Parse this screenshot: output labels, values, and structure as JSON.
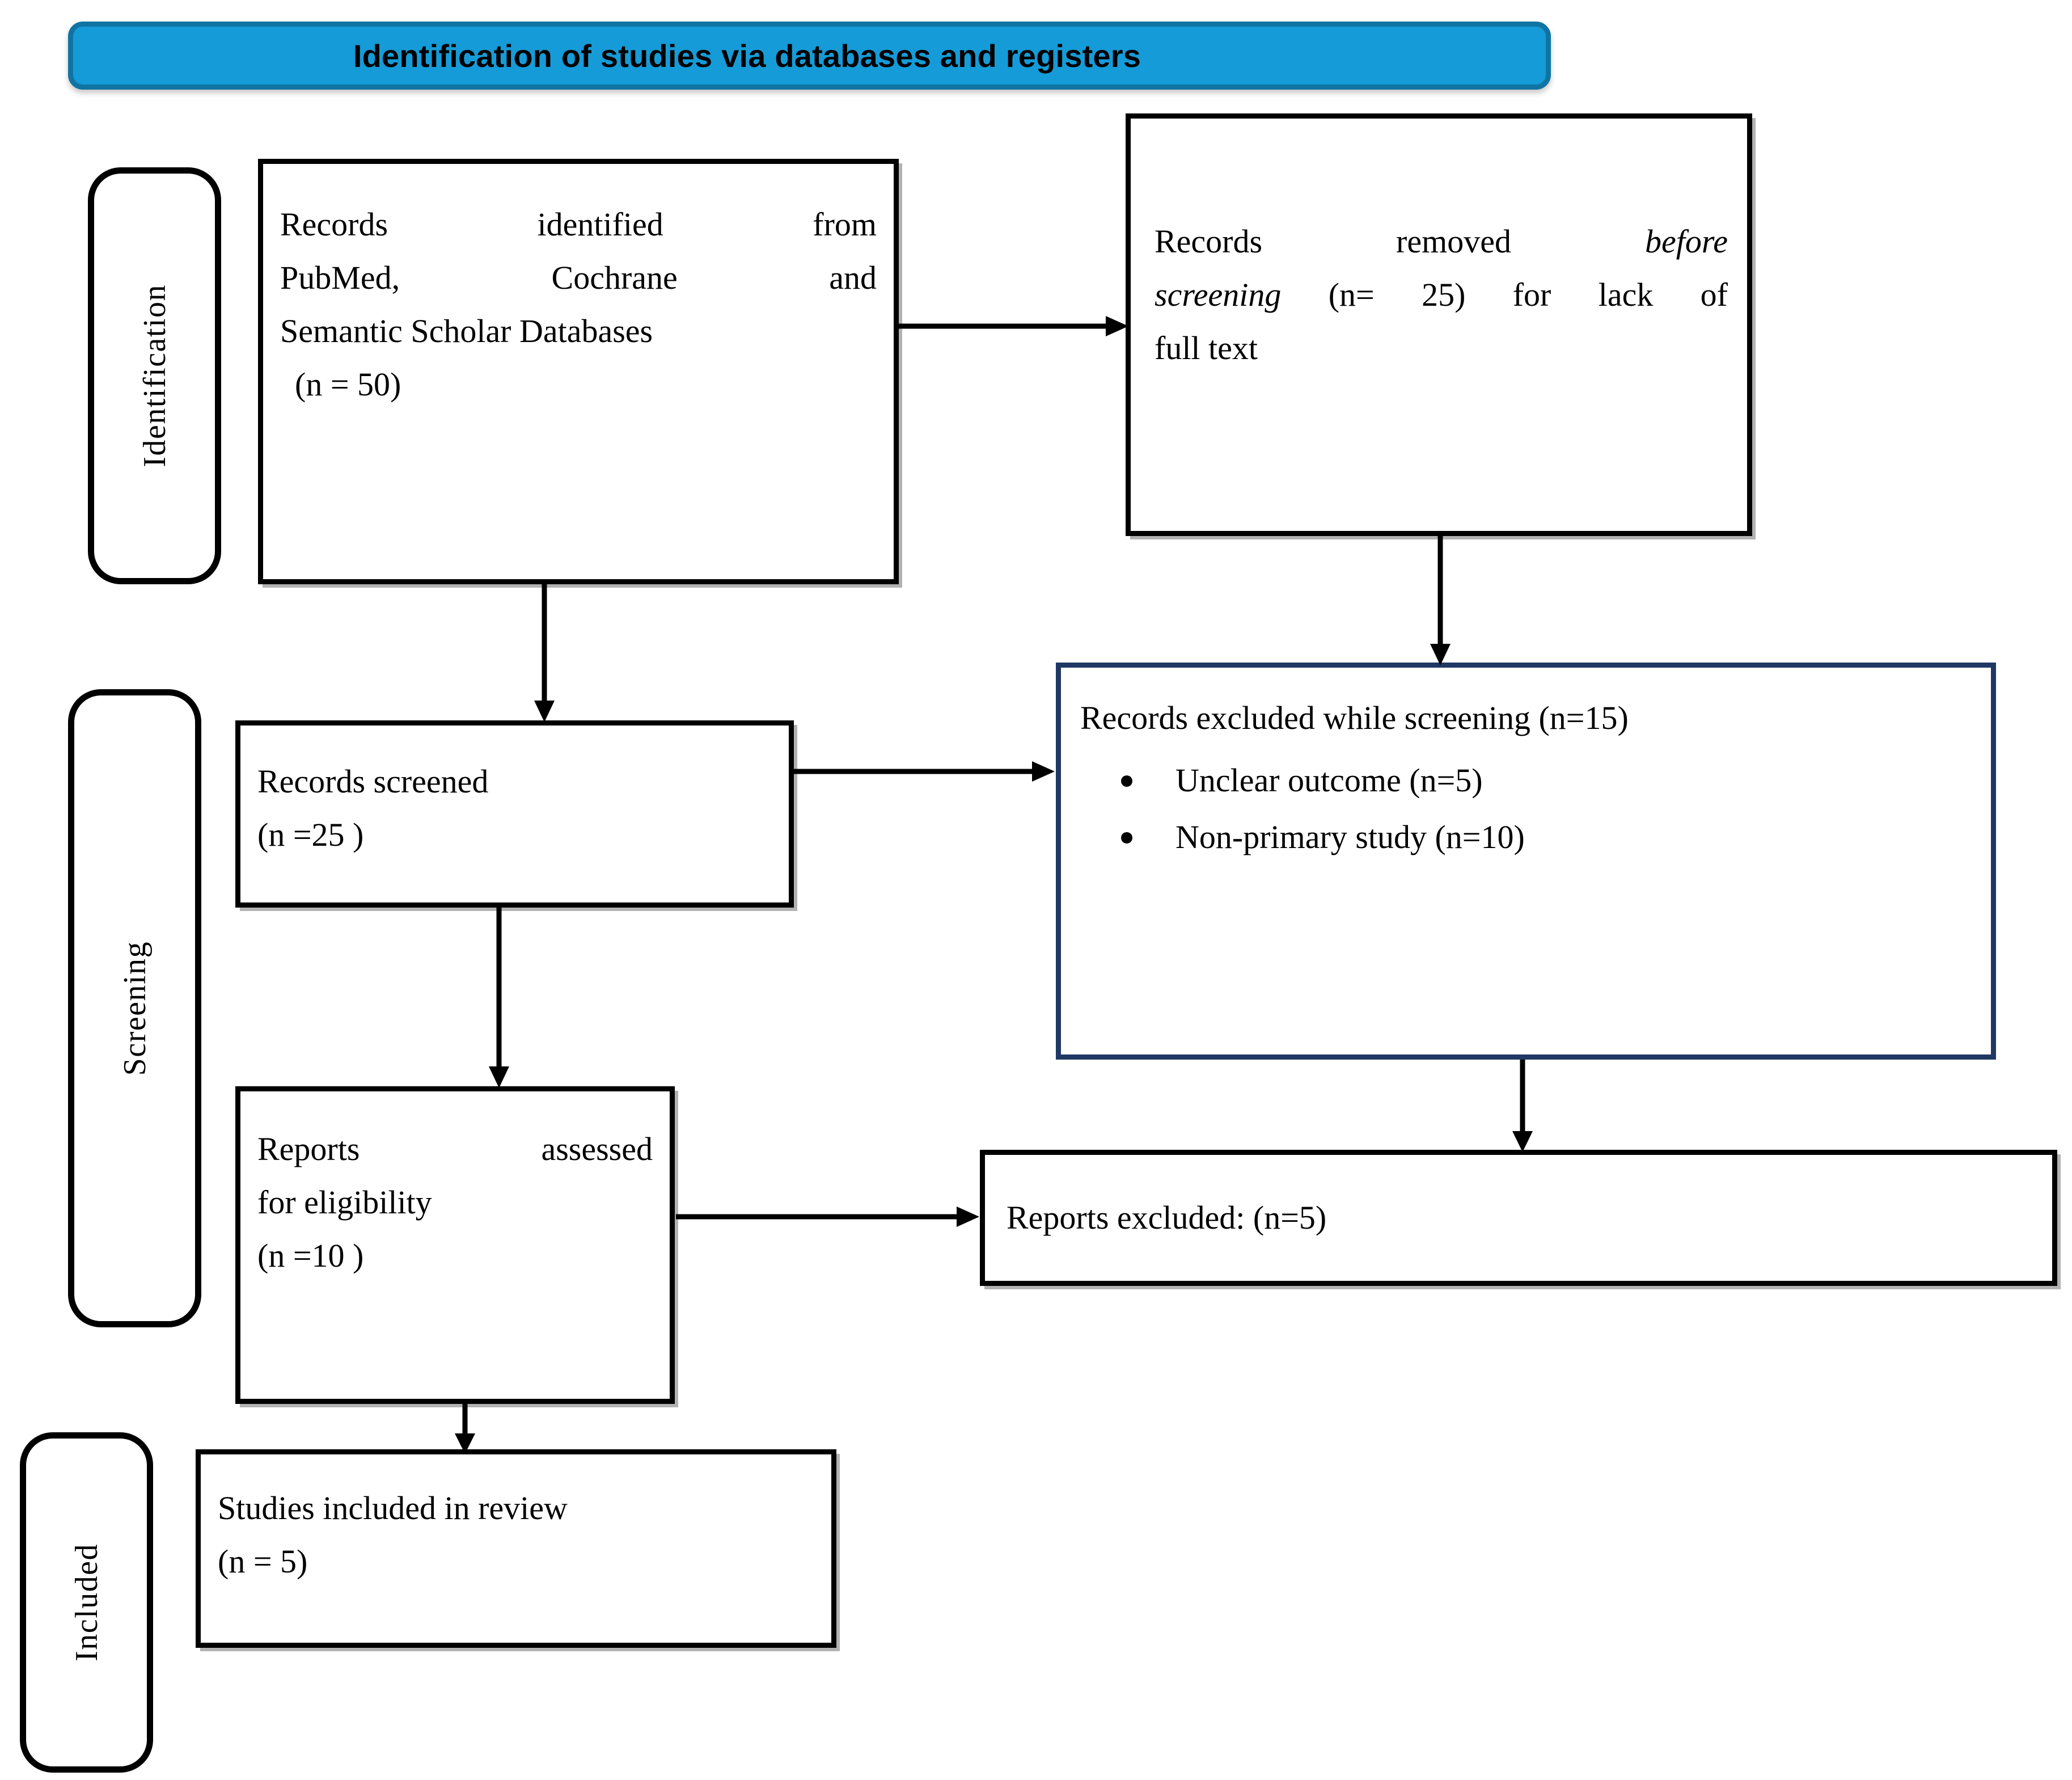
{
  "figure": {
    "type": "prisma-flow-diagram",
    "banner": {
      "title": "Identification of studies via databases and registers",
      "fill_color": "#159BD7",
      "border_color": "#1074A3",
      "text_color": "#000000"
    },
    "colors": {
      "box_border_black": "#000000",
      "box_border_navy": "#1F3864",
      "page_background": "#FFFFFF",
      "arrow_color": "#000000"
    }
  },
  "phases": {
    "identification": "Identification",
    "screening": "Screening",
    "included": "Included"
  },
  "boxes": {
    "identified": {
      "line1": "Records identified from",
      "line2": "PubMed, Cochrane and",
      "line3": "Semantic Scholar Databases",
      "line4": "(n = 50)"
    },
    "removed": {
      "segment1": "Records removed ",
      "segment2_italic": "before",
      "segment3_italic": "screening",
      "segment4": " (n= 25) for lack of",
      "line3": "full text"
    },
    "screened": {
      "line1": "Records screened",
      "line2": "(n =25 )"
    },
    "eligibility": {
      "line1": "Reports assessed",
      "line2": "for eligibility",
      "line3": "(n =10 )"
    },
    "included_studies": {
      "line1": "Studies included in review",
      "line2": "(n = 5)"
    },
    "excluded_screening": {
      "heading": "Records excluded while screening (n=15)",
      "bullets": [
        "Unclear outcome (n=5)",
        "Non-primary study (n=10)"
      ]
    },
    "reports_excluded": {
      "line1": "Reports excluded: (n=5)"
    }
  },
  "counts": {
    "identified": 50,
    "removed_before_screening": 25,
    "screened": 25,
    "excluded_while_screening": 15,
    "excluded_unclear_outcome": 5,
    "excluded_non_primary": 10,
    "assessed_for_eligibility": 10,
    "reports_excluded": 5,
    "studies_included": 5
  },
  "arrows": [
    {
      "name": "identified-to-removed",
      "direction": "right"
    },
    {
      "name": "identified-to-screened",
      "direction": "down"
    },
    {
      "name": "removed-to-excluded-screening",
      "direction": "down"
    },
    {
      "name": "screened-to-excluded-screening",
      "direction": "right"
    },
    {
      "name": "screened-to-eligibility",
      "direction": "down"
    },
    {
      "name": "excluded-screening-to-reports-excluded",
      "direction": "down"
    },
    {
      "name": "eligibility-to-reports-excluded",
      "direction": "right"
    },
    {
      "name": "eligibility-to-included",
      "direction": "down"
    }
  ]
}
